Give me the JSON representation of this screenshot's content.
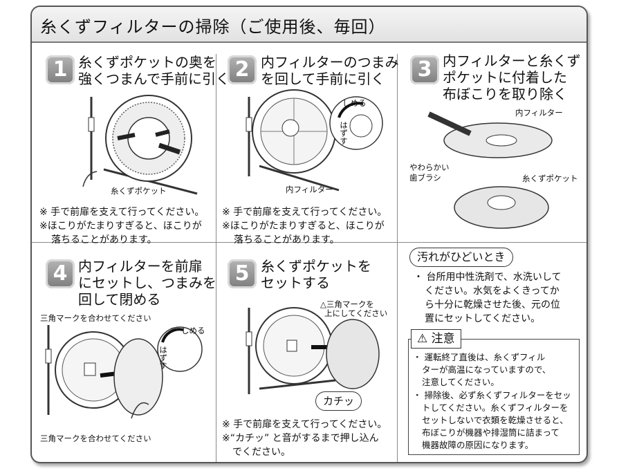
{
  "title": "糸くずフィルターの掃除（ご使用後、毎回）",
  "steps": [
    {
      "number": "1",
      "title_lines": [
        "糸くずポケットの奥を",
        "強くつまんで手前に引く"
      ],
      "labels": [
        "糸くずポケット"
      ],
      "notes": [
        "※ 手で前扉を支えて行ってください。",
        "※ほこりがたまりすぎると、ほこりが",
        "落ちることがあります。"
      ]
    },
    {
      "number": "2",
      "title_lines": [
        "内フィルターのつまみ",
        "を回して手前に引く"
      ],
      "labels": [
        "内フィルター",
        "しめる",
        "はずす"
      ],
      "notes": [
        "※ 手で前扉を支えて行ってください。",
        "※ほこりがたまりすぎると、ほこりが",
        "落ちることがあります。"
      ]
    },
    {
      "number": "3",
      "title_lines": [
        "内フィルターと糸くず",
        "ポケットに付着した",
        "布ぼこりを取り除く"
      ],
      "labels": [
        "内フィルター",
        "やわらかい",
        "歯ブラシ",
        "糸くずポケット"
      ]
    },
    {
      "number": "4",
      "title_lines": [
        "内フィルターを前扉",
        "にセットし、つまみを",
        "回して閉める"
      ],
      "labels": [
        "三角マークを合わせてください",
        "三角マークを合わせてください",
        "しめる",
        "はずす"
      ]
    },
    {
      "number": "5",
      "title_lines": [
        "糸くずポケットを",
        "セットする"
      ],
      "labels": [
        "△三角マークを",
        "上にしてください",
        "カチッ"
      ],
      "notes": [
        "※ 手で前扉を支えて行ってください。",
        "※“カチッ” と音がするまで押し込ん",
        "でください。"
      ]
    }
  ],
  "dirty": {
    "heading": "汚れがひどいとき",
    "lines": [
      "・ 台所用中性洗剤で、水洗いして",
      "ください。水気をよくきってか",
      "ら十分に乾燥させた後、元の位",
      "置にセットしてください。"
    ]
  },
  "caution": {
    "heading": "注意",
    "lines": [
      "・ 運転終了直後は、糸くずフィル",
      "ターが高温になっていますので、",
      "注意してください。",
      "・ 掃除後、必ず糸くずフィルターをセッ",
      "トしてください。糸くずフィルターを",
      "セットしないで衣類を乾燥させると、",
      "布ぼこりが機器や排湿筒に詰まって",
      "機器故障の原因になります。"
    ]
  },
  "colors": {
    "badge": "#8c8c8c",
    "frame": "#555555",
    "title_bg": "#e8e8e8"
  },
  "icons": [
    "warning-icon",
    "arrow-icon",
    "hand-icon",
    "filter-icon",
    "brush-icon"
  ]
}
